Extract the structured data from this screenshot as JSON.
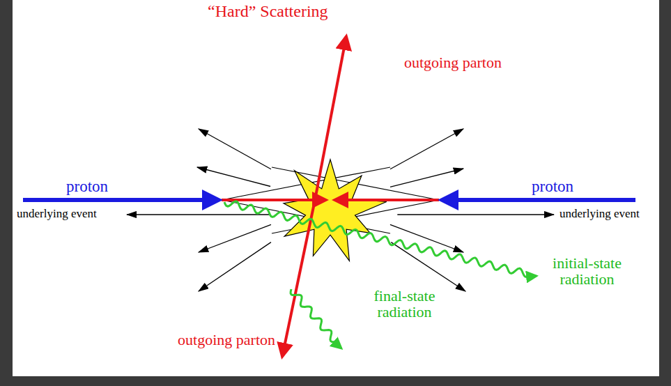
{
  "diagram": {
    "labels": [
      "“Hard” Scattering",
      "outgoing parton",
      "proton",
      "proton",
      "underlying event",
      "underlying event",
      "initial-state radiation",
      "final-state radiation",
      "outgoing parton"
    ]
  }
}
